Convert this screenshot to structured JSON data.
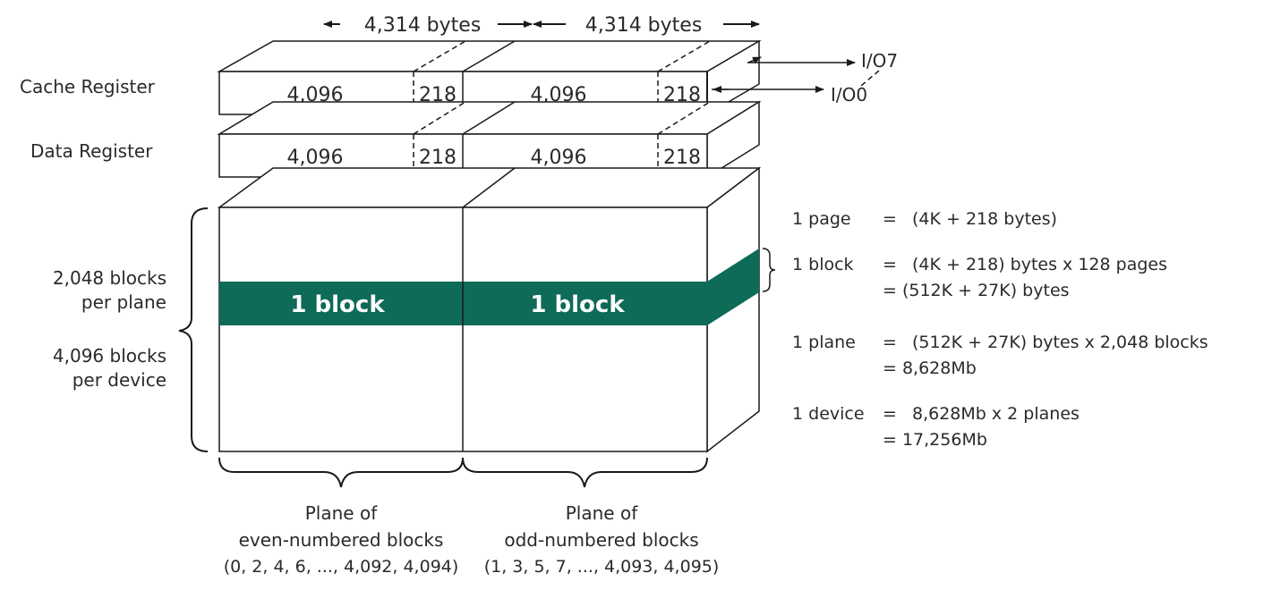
{
  "colors": {
    "block_band": "#0d6b58",
    "line": "#1a1a1a",
    "text": "#2a2a2a"
  },
  "top_widths": [
    "4,314 bytes",
    "4,314 bytes"
  ],
  "io_labels": {
    "io7": "I/O7",
    "io0": "I/O0"
  },
  "registers": {
    "cache": {
      "label": "Cache Register",
      "cells": [
        "4,096",
        "218",
        "4,096",
        "218"
      ]
    },
    "data": {
      "label": "Data Register",
      "cells": [
        "4,096",
        "218",
        "4,096",
        "218"
      ]
    }
  },
  "array": {
    "block_labels": [
      "1 block",
      "1 block"
    ],
    "left_notes": [
      "2,048 blocks",
      "per plane",
      "4,096 blocks",
      "per device"
    ]
  },
  "planes": [
    {
      "lines": [
        "Plane of",
        "even-numbered blocks",
        "(0, 2, 4, 6, ..., 4,092, 4,094)"
      ]
    },
    {
      "lines": [
        "Plane of",
        "odd-numbered blocks",
        "(1, 3, 5, 7, ..., 4,093, 4,095)"
      ]
    }
  ],
  "definitions": [
    {
      "term": "1 page",
      "eq": "=",
      "lines": [
        "(4K + 218 bytes)"
      ]
    },
    {
      "term": "1 block",
      "eq": "=",
      "lines": [
        "(4K + 218) bytes x 128 pages",
        "= (512K + 27K) bytes"
      ]
    },
    {
      "term": "1 plane",
      "eq": "=",
      "lines": [
        "(512K + 27K) bytes x 2,048 blocks",
        "= 8,628Mb"
      ]
    },
    {
      "term": "1 device",
      "eq": "=",
      "lines": [
        "8,628Mb x 2 planes",
        "= 17,256Mb"
      ]
    }
  ]
}
